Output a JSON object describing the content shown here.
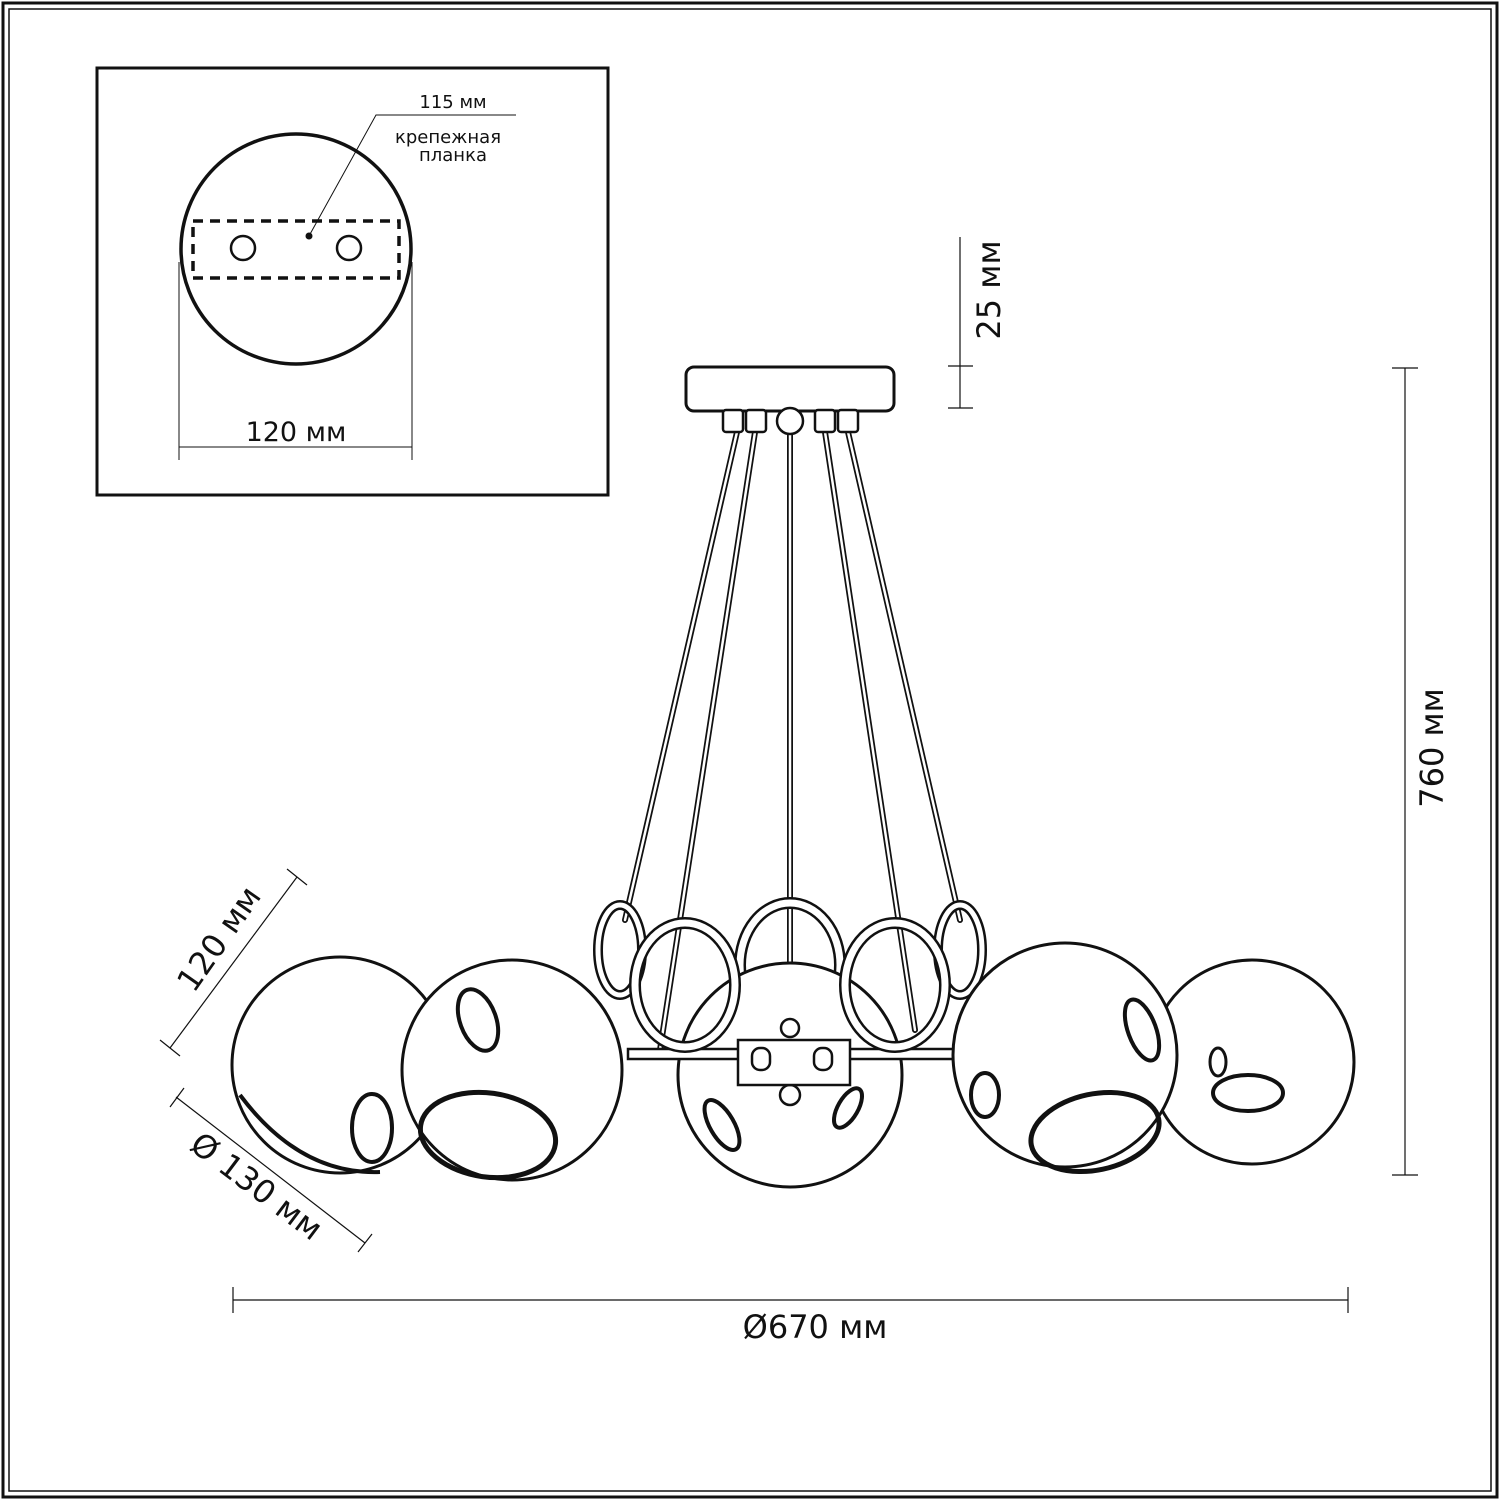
{
  "inset": {
    "plate_size": "115 мм",
    "plate_label_line1": "крепежная",
    "plate_label_line2": "планка",
    "canopy_diameter": "120 мм"
  },
  "dimensions": {
    "canopy_height": "25 мм",
    "total_height": "760 мм",
    "shade_height": "120 мм",
    "shade_diameter": "Ø 130 мм",
    "total_diameter": "Ø670 мм"
  }
}
